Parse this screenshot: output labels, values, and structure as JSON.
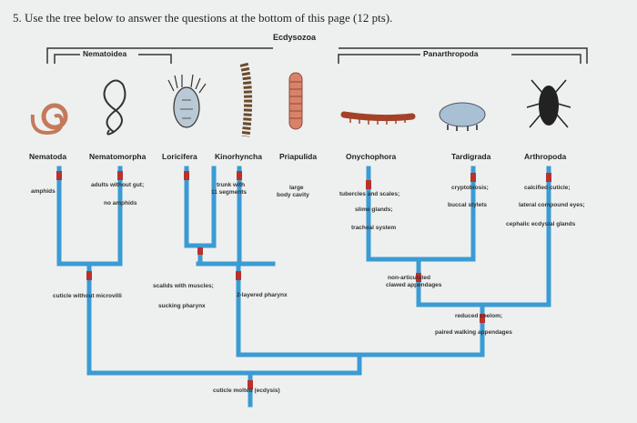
{
  "question": "5. Use the tree below to answer the questions at the bottom of this page (12 pts).",
  "groups": {
    "ecdysozoa": "Ecdysozoa",
    "nematoidea": "Nematoidea",
    "panarthropoda": "Panarthropoda"
  },
  "taxa": [
    "Nematoda",
    "Nematomorpha",
    "Loricifera",
    "Kinorhyncha",
    "Priapulida",
    "Onychophora",
    "Tardigrada",
    "Arthropoda"
  ],
  "traits": {
    "amphids": "amphids",
    "adults_gut": "adults without gut;",
    "no_amphids": "no amphids",
    "trunk_line1": "trunk with",
    "trunk_line2": "11 segments",
    "large_line1": "large",
    "large_line2": "body cavity",
    "tubercles": "tubercles and scales;",
    "slime": "slime glands;",
    "tracheal": "tracheal system",
    "cryptobiosis": "cryptobiosis;",
    "buccal": "buccal stylets",
    "calcified": "calcified cuticle;",
    "compound": "lateral compound eyes;",
    "cephalic": "cephalic ecdysial glands",
    "non_art_1": "non-articulated",
    "non_art_2": "clawed appendages",
    "scalids": "scalids with muscles;",
    "two_layered": "2-layered pharynx",
    "sucking": "sucking pharynx",
    "cuticle_micro": "cuticle without microvilli",
    "reduced": "reduced coelom;",
    "paired": "paired walking appendages",
    "molted": "cuticle molted (ecdysis)"
  },
  "colors": {
    "tree": "#3b9bd3",
    "header_line": "#333333",
    "trait_mark": "#b8322b"
  }
}
